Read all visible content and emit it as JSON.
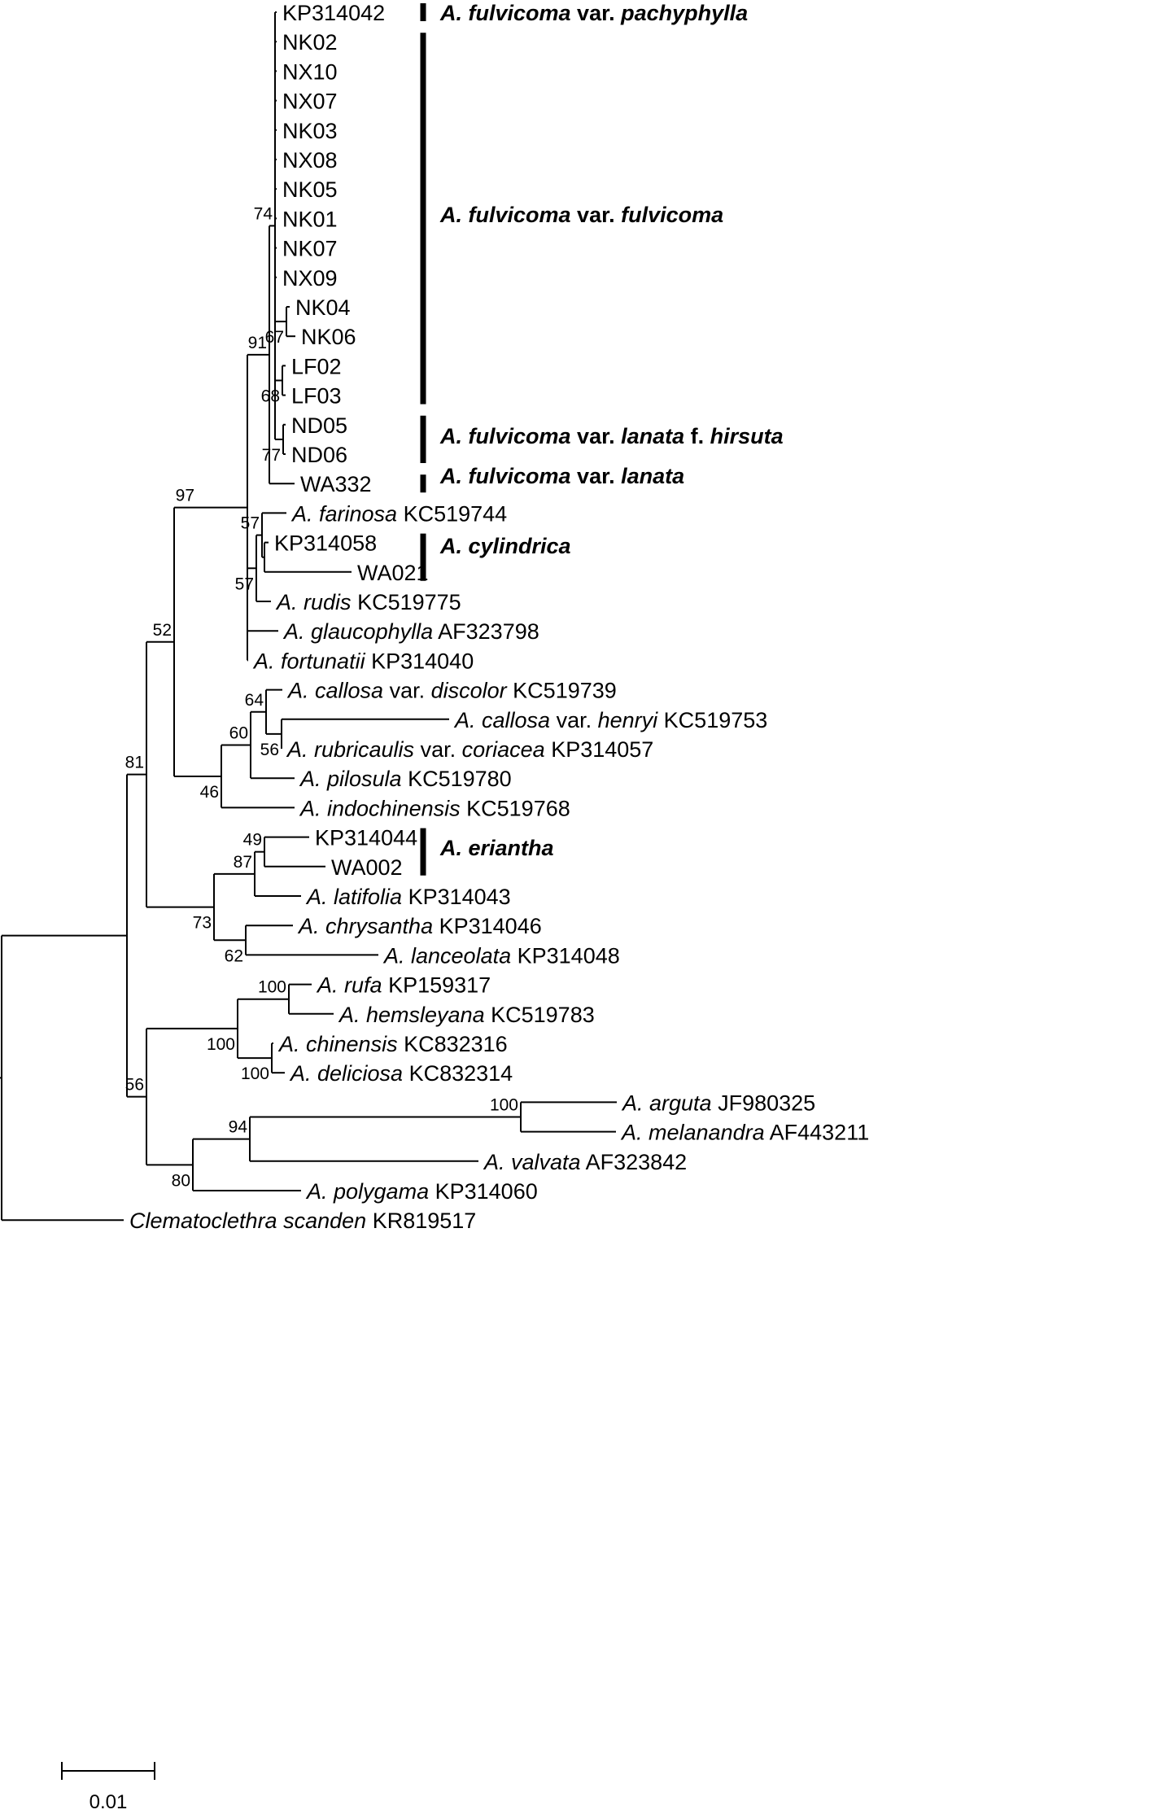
{
  "tree": {
    "nodes": [
      {
        "id": "n_root",
        "parent": null
      },
      {
        "id": "n_ingroup",
        "parent": "n_root"
      },
      {
        "id": "n81",
        "parent": "n_ingroup",
        "bootstrap": "81"
      },
      {
        "id": "n52",
        "parent": "n81",
        "bootstrap": "52"
      },
      {
        "id": "n97",
        "parent": "n52",
        "bootstrap": "97"
      },
      {
        "id": "n_pol",
        "parent": "n97"
      },
      {
        "id": "n91",
        "parent": "n_pol",
        "bootstrap": "91"
      },
      {
        "id": "n74",
        "parent": "n91",
        "bootstrap": "74"
      },
      {
        "id": "n67",
        "parent": "n74",
        "bootstrap": "67"
      },
      {
        "id": "n68",
        "parent": "n74",
        "bootstrap": "68"
      },
      {
        "id": "n77",
        "parent": "n74",
        "bootstrap": "77"
      },
      {
        "id": "n57b",
        "parent": "n_pol",
        "bootstrap": "57"
      },
      {
        "id": "n57a",
        "parent": "n57b",
        "bootstrap": "57"
      },
      {
        "id": "n_cyl",
        "parent": "n57a"
      },
      {
        "id": "n46",
        "parent": "n52",
        "bootstrap": "46"
      },
      {
        "id": "n60",
        "parent": "n46",
        "bootstrap": "60"
      },
      {
        "id": "n64",
        "parent": "n60",
        "bootstrap": "64"
      },
      {
        "id": "n56b",
        "parent": "n64",
        "bootstrap": "56"
      },
      {
        "id": "n73",
        "parent": "n81",
        "bootstrap": "73"
      },
      {
        "id": "n87",
        "parent": "n73",
        "bootstrap": "87"
      },
      {
        "id": "n49",
        "parent": "n87",
        "bootstrap": "49"
      },
      {
        "id": "n62",
        "parent": "n73",
        "bootstrap": "62"
      },
      {
        "id": "n56",
        "parent": "n_ingroup",
        "bootstrap": "56"
      },
      {
        "id": "n100a",
        "parent": "n56",
        "bootstrap": "100"
      },
      {
        "id": "n100b",
        "parent": "n100a",
        "bootstrap": "100"
      },
      {
        "id": "n100c",
        "parent": "n100a",
        "bootstrap": "100"
      },
      {
        "id": "n80",
        "parent": "n56",
        "bootstrap": "80"
      },
      {
        "id": "n94",
        "parent": "n80",
        "bootstrap": "94"
      },
      {
        "id": "n100d",
        "parent": "n94",
        "bootstrap": "100"
      }
    ],
    "tips": [
      {
        "parent": "n74",
        "species": "",
        "rank": "",
        "epithet": "",
        "accession": "KP314042"
      },
      {
        "parent": "n74",
        "species": "",
        "rank": "",
        "epithet": "",
        "accession": "NK02"
      },
      {
        "parent": "n74",
        "species": "",
        "rank": "",
        "epithet": "",
        "accession": "NX10"
      },
      {
        "parent": "n74",
        "species": "",
        "rank": "",
        "epithet": "",
        "accession": "NX07"
      },
      {
        "parent": "n74",
        "species": "",
        "rank": "",
        "epithet": "",
        "accession": "NK03"
      },
      {
        "parent": "n74",
        "species": "",
        "rank": "",
        "epithet": "",
        "accession": "NX08"
      },
      {
        "parent": "n74",
        "species": "",
        "rank": "",
        "epithet": "",
        "accession": "NK05"
      },
      {
        "parent": "n74",
        "species": "",
        "rank": "",
        "epithet": "",
        "accession": "NK01"
      },
      {
        "parent": "n74",
        "species": "",
        "rank": "",
        "epithet": "",
        "accession": "NK07"
      },
      {
        "parent": "n74",
        "species": "",
        "rank": "",
        "epithet": "",
        "accession": "NX09"
      },
      {
        "parent": "n67",
        "species": "",
        "rank": "",
        "epithet": "",
        "accession": "NK04"
      },
      {
        "parent": "n67",
        "species": "",
        "rank": "",
        "epithet": "",
        "accession": "NK06"
      },
      {
        "parent": "n68",
        "species": "",
        "rank": "",
        "epithet": "",
        "accession": "LF02"
      },
      {
        "parent": "n68",
        "species": "",
        "rank": "",
        "epithet": "",
        "accession": "LF03"
      },
      {
        "parent": "n77",
        "species": "",
        "rank": "",
        "epithet": "",
        "accession": "ND05"
      },
      {
        "parent": "n77",
        "species": "",
        "rank": "",
        "epithet": "",
        "accession": "ND06"
      },
      {
        "parent": "n91",
        "species": "",
        "rank": "",
        "epithet": "",
        "accession": "WA332"
      },
      {
        "parent": "n57a",
        "species": "A. farinosa",
        "rank": "",
        "epithet": "",
        "accession": "KC519744"
      },
      {
        "parent": "n_cyl",
        "species": "",
        "rank": "",
        "epithet": "",
        "accession": "KP314058"
      },
      {
        "parent": "n_cyl",
        "species": "",
        "rank": "",
        "epithet": "",
        "accession": "WA021"
      },
      {
        "parent": "n57b",
        "species": "A. rudis",
        "rank": "",
        "epithet": "",
        "accession": "KC519775"
      },
      {
        "parent": "n_pol",
        "species": "A. glaucophylla",
        "rank": "",
        "epithet": "",
        "accession": "AF323798"
      },
      {
        "parent": "n_pol",
        "species": "A. fortunatii",
        "rank": "",
        "epithet": "",
        "accession": "KP314040"
      },
      {
        "parent": "n64",
        "species": "A. callosa",
        "rank": "var.",
        "epithet": "discolor",
        "accession": "KC519739"
      },
      {
        "parent": "n56b",
        "species": "A. callosa",
        "rank": "var.",
        "epithet": "henryi",
        "accession": "KC519753"
      },
      {
        "parent": "n56b",
        "species": "A. rubricaulis",
        "rank": "var.",
        "epithet": "coriacea",
        "accession": "KP314057"
      },
      {
        "parent": "n60",
        "species": "A. pilosula",
        "rank": "",
        "epithet": "",
        "accession": "KC519780"
      },
      {
        "parent": "n46",
        "species": "A. indochinensis",
        "rank": "",
        "epithet": "",
        "accession": "KC519768"
      },
      {
        "parent": "n49",
        "species": "",
        "rank": "",
        "epithet": "",
        "accession": "KP314044"
      },
      {
        "parent": "n49",
        "species": "",
        "rank": "",
        "epithet": "",
        "accession": "WA002"
      },
      {
        "parent": "n87",
        "species": "A. latifolia",
        "rank": "",
        "epithet": "",
        "accession": "KP314043"
      },
      {
        "parent": "n62",
        "species": "A. chrysantha",
        "rank": "",
        "epithet": "",
        "accession": "KP314046"
      },
      {
        "parent": "n62",
        "species": "A. lanceolata",
        "rank": "",
        "epithet": "",
        "accession": "KP314048"
      },
      {
        "parent": "n100b",
        "species": "A. rufa",
        "rank": "",
        "epithet": "",
        "accession": "KP159317"
      },
      {
        "parent": "n100b",
        "species": "A. hemsleyana",
        "rank": "",
        "epithet": "",
        "accession": "KC519783"
      },
      {
        "parent": "n100c",
        "species": "A. chinensis",
        "rank": "",
        "epithet": "",
        "accession": "KC832316"
      },
      {
        "parent": "n100c",
        "species": "A. deliciosa",
        "rank": "",
        "epithet": "",
        "accession": "KC832314"
      },
      {
        "parent": "n100d",
        "species": "A. arguta",
        "rank": "",
        "epithet": "",
        "accession": "JF980325"
      },
      {
        "parent": "n100d",
        "species": "A. melanandra",
        "rank": "",
        "epithet": "",
        "accession": "AF443211"
      },
      {
        "parent": "n94",
        "species": "A. valvata",
        "rank": "",
        "epithet": "",
        "accession": "AF323842"
      },
      {
        "parent": "n80",
        "species": "A. polygama",
        "rank": "",
        "epithet": "",
        "accession": "KP314060"
      },
      {
        "parent": "n_root",
        "species": "Clematoclethra scanden",
        "rank": "",
        "epithet": "",
        "accession": "KR819517"
      }
    ],
    "clades": [
      {
        "genus_sp": "A. fulvicoma",
        "rank": "var.",
        "epithet": "pachyphylla",
        "forma": "",
        "forma_epithet": ""
      },
      {
        "genus_sp": "A. fulvicoma",
        "rank": "var.",
        "epithet": "fulvicoma",
        "forma": "",
        "forma_epithet": ""
      },
      {
        "genus_sp": "A. fulvicoma",
        "rank": "var.",
        "epithet": "lanata",
        "forma": "f.",
        "forma_epithet": "hirsuta"
      },
      {
        "genus_sp": "A. fulvicoma",
        "rank": "var.",
        "epithet": "lanata",
        "forma": "",
        "forma_epithet": ""
      },
      {
        "genus_sp": "A. cylindrica",
        "rank": "",
        "epithet": "",
        "forma": "",
        "forma_epithet": ""
      },
      {
        "genus_sp": "A. eriantha",
        "rank": "",
        "epithet": "",
        "forma": "",
        "forma_epithet": ""
      }
    ],
    "scale_bar": {
      "length": 0.01,
      "label": "0.01"
    }
  }
}
